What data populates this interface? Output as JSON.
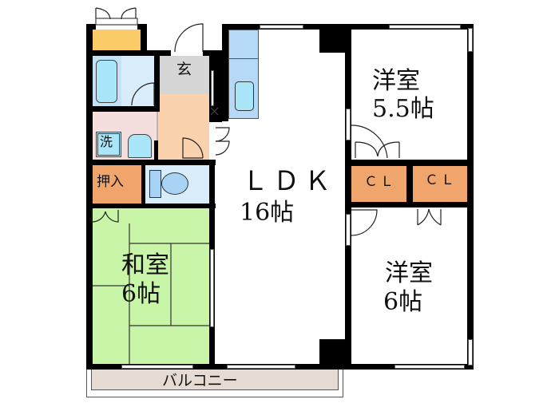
{
  "floorplan": {
    "rooms": {
      "ldk": {
        "name": "ＬＤＫ",
        "size": "16帖"
      },
      "western_room_1": {
        "name": "洋室",
        "size": "5.5帖"
      },
      "western_room_2": {
        "name": "洋室",
        "size": "6帖"
      },
      "japanese_room": {
        "name": "和室",
        "size": "6帖"
      },
      "entrance": {
        "name": "玄"
      },
      "closet_oshiire": {
        "name": "押入"
      },
      "closet_1": {
        "name": "ＣＬ"
      },
      "closet_2": {
        "name": "ＣＬ"
      },
      "washer": {
        "name": "洗"
      },
      "balcony": {
        "name": "バルコニー"
      }
    },
    "colors": {
      "wall": "#000000",
      "tatami": "#c8f5a8",
      "water_area": "#d9ecfa",
      "bath_fixture": "#a9dcf7",
      "kitchen": "#b5d9f7",
      "entrance": "#d6d6d6",
      "hall": "#fad2ad",
      "washroom": "#f5dede",
      "closet": "#f0a56c",
      "storage_top": "#fbcb68",
      "balcony": "#e5dbd3"
    }
  }
}
